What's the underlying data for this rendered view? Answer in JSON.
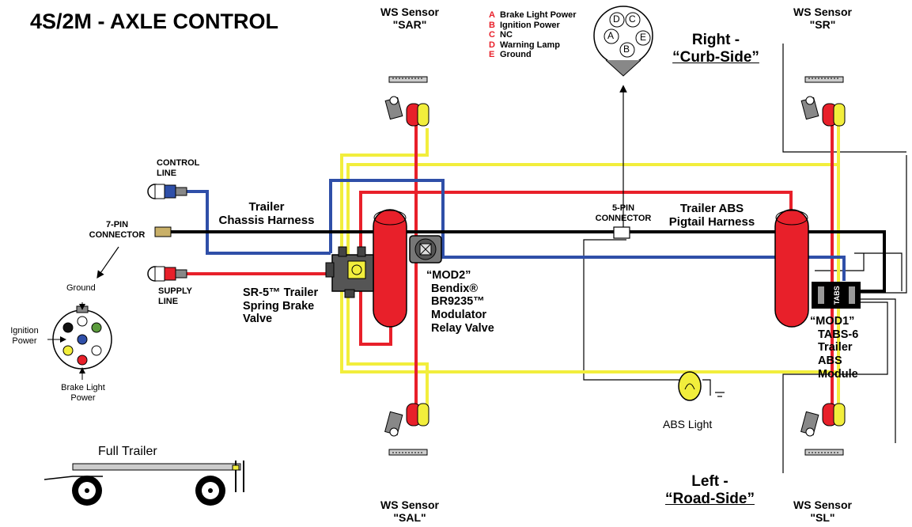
{
  "title": "4S/2M - AXLE CONTROL",
  "sensors": {
    "sar_label": "WS Sensor",
    "sar_code": "\"SAR\"",
    "sr_label": "WS Sensor",
    "sr_code": "\"SR\"",
    "sal_label": "WS Sensor",
    "sal_code": "\"SAL\"",
    "sl_label": "WS Sensor",
    "sl_code": "\"SL\""
  },
  "five_pin_legend": [
    {
      "letter": "A",
      "desc": "Brake Light Power"
    },
    {
      "letter": "B",
      "desc": "Ignition Power"
    },
    {
      "letter": "C",
      "desc": "NC"
    },
    {
      "letter": "D",
      "desc": "Warning Lamp"
    },
    {
      "letter": "E",
      "desc": "Ground"
    }
  ],
  "five_pin_plug_letters": [
    "D",
    "C",
    "A",
    "E",
    "B"
  ],
  "sides": {
    "right_1": "Right -",
    "right_2": "“Curb-Side”",
    "left_1": "Left -",
    "left_2": "“Road-Side”"
  },
  "labels": {
    "control_line_1": "CONTROL",
    "control_line_2": "LINE",
    "supply_line_1": "SUPPLY",
    "supply_line_2": "LINE",
    "seven_pin_1": "7-PIN",
    "seven_pin_2": "CONNECTOR",
    "chassis_1": "Trailer",
    "chassis_2": "Chassis Harness",
    "sr5_1": "SR-5™ Trailer",
    "sr5_2": "Spring Brake",
    "sr5_3": "Valve",
    "mod2_1": "“MOD2”",
    "mod2_2": "Bendix®",
    "mod2_3": "BR9235™",
    "mod2_4": "Modulator",
    "mod2_5": "Relay Valve",
    "five_pin_1": "5-PIN",
    "five_pin_2": "CONNECTOR",
    "pigtail_1": "Trailer ABS",
    "pigtail_2": "Pigtail Harness",
    "mod1_1": "“MOD1”",
    "mod1_2": "TABS-6",
    "mod1_3": "Trailer",
    "mod1_4": "ABS",
    "mod1_5": "Module",
    "tabs_text": "TABS",
    "abs_light": "ABS Light",
    "full_trailer": "Full Trailer"
  },
  "seven_pin_face": {
    "ground": "Ground",
    "ignition_1": "Ignition",
    "ignition_2": "Power",
    "brake_1": "Brake Light",
    "brake_2": "Power"
  },
  "colors": {
    "red": "#e8202a",
    "yellow": "#f2ee3c",
    "blue": "#2f4fa8",
    "black": "#000000",
    "gray": "#8a8a8a"
  }
}
